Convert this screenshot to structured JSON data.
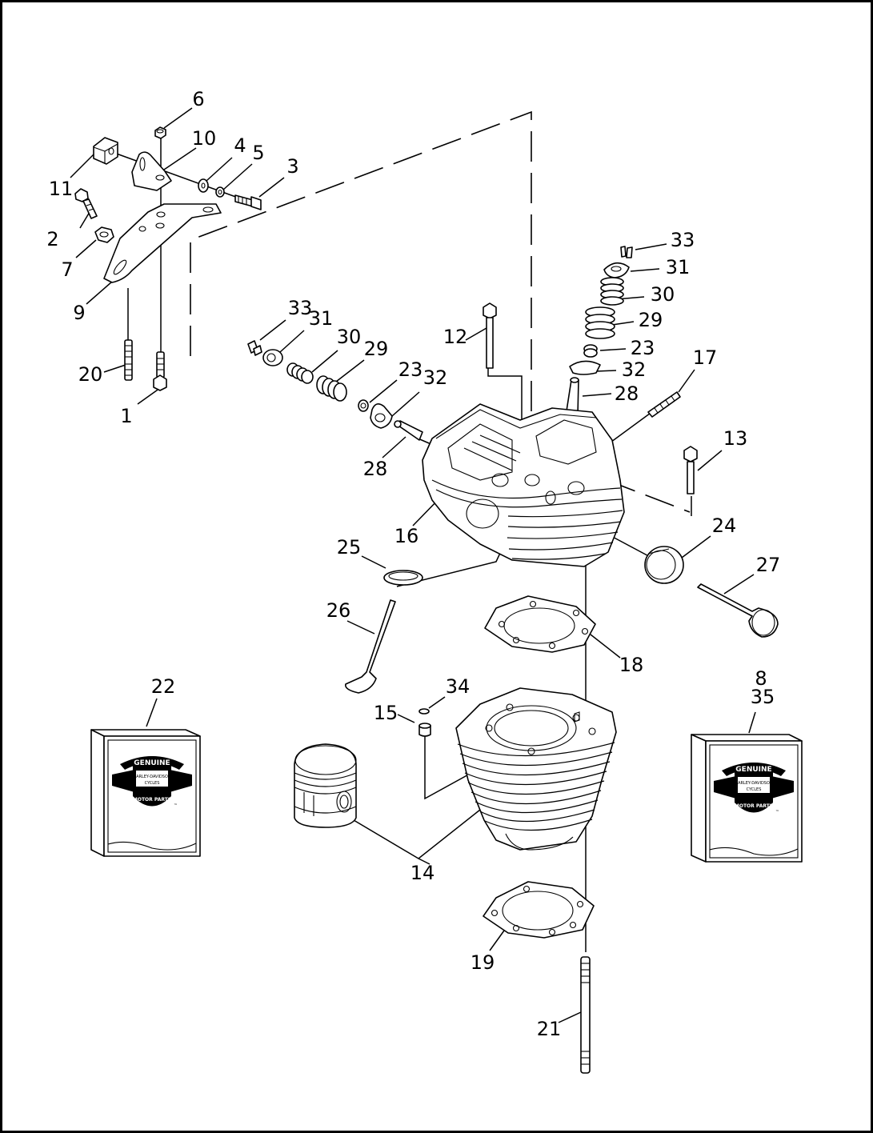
{
  "callouts": [
    {
      "label": "1"
    },
    {
      "label": "2"
    },
    {
      "label": "3"
    },
    {
      "label": "4"
    },
    {
      "label": "5"
    },
    {
      "label": "6"
    },
    {
      "label": "7"
    },
    {
      "label": "8"
    },
    {
      "label": "9"
    },
    {
      "label": "10"
    },
    {
      "label": "11"
    },
    {
      "label": "12"
    },
    {
      "label": "13"
    },
    {
      "label": "14"
    },
    {
      "label": "15"
    },
    {
      "label": "16"
    },
    {
      "label": "17"
    },
    {
      "label": "18"
    },
    {
      "label": "19"
    },
    {
      "label": "20"
    },
    {
      "label": "21"
    },
    {
      "label": "22"
    },
    {
      "label": "23"
    },
    {
      "label": "23"
    },
    {
      "label": "24"
    },
    {
      "label": "25"
    },
    {
      "label": "26"
    },
    {
      "label": "27"
    },
    {
      "label": "28"
    },
    {
      "label": "28"
    },
    {
      "label": "29"
    },
    {
      "label": "29"
    },
    {
      "label": "30"
    },
    {
      "label": "30"
    },
    {
      "label": "31"
    },
    {
      "label": "31"
    },
    {
      "label": "32"
    },
    {
      "label": "32"
    },
    {
      "label": "33"
    },
    {
      "label": "33"
    },
    {
      "label": "34"
    },
    {
      "label": "35"
    }
  ],
  "kit_logo": {
    "banner_top": "GENUINE",
    "shield_line1": "HARLEY-DAVIDSON",
    "shield_line2": "CYCLES",
    "banner_bottom": "MOTOR PARTS",
    "registered_mark": "®",
    "trademark_mark": "™"
  }
}
